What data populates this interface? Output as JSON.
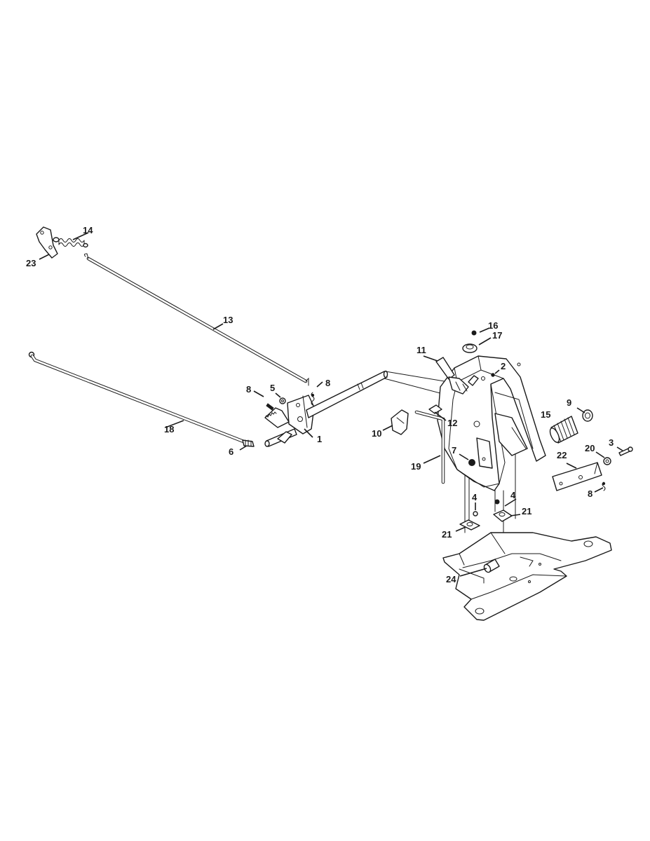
{
  "callouts": [
    {
      "id": "c1",
      "label": "1"
    },
    {
      "id": "c2",
      "label": "2"
    },
    {
      "id": "c3",
      "label": "3"
    },
    {
      "id": "c4a",
      "label": "4"
    },
    {
      "id": "c4b",
      "label": "4"
    },
    {
      "id": "c5",
      "label": "5"
    },
    {
      "id": "c6",
      "label": "6"
    },
    {
      "id": "c7",
      "label": "7"
    },
    {
      "id": "c8a",
      "label": "8"
    },
    {
      "id": "c8b",
      "label": "8"
    },
    {
      "id": "c8c",
      "label": "8"
    },
    {
      "id": "c9",
      "label": "9"
    },
    {
      "id": "c10",
      "label": "10"
    },
    {
      "id": "c11",
      "label": "11"
    },
    {
      "id": "c12",
      "label": "12"
    },
    {
      "id": "c13",
      "label": "13"
    },
    {
      "id": "c14",
      "label": "14"
    },
    {
      "id": "c15",
      "label": "15"
    },
    {
      "id": "c16",
      "label": "16"
    },
    {
      "id": "c17",
      "label": "17"
    },
    {
      "id": "c18",
      "label": "18"
    },
    {
      "id": "c19",
      "label": "19"
    },
    {
      "id": "c20",
      "label": "20"
    },
    {
      "id": "c21a",
      "label": "21"
    },
    {
      "id": "c21b",
      "label": "21"
    },
    {
      "id": "c22",
      "label": "22"
    },
    {
      "id": "c23",
      "label": "23"
    },
    {
      "id": "c24",
      "label": "24"
    }
  ]
}
